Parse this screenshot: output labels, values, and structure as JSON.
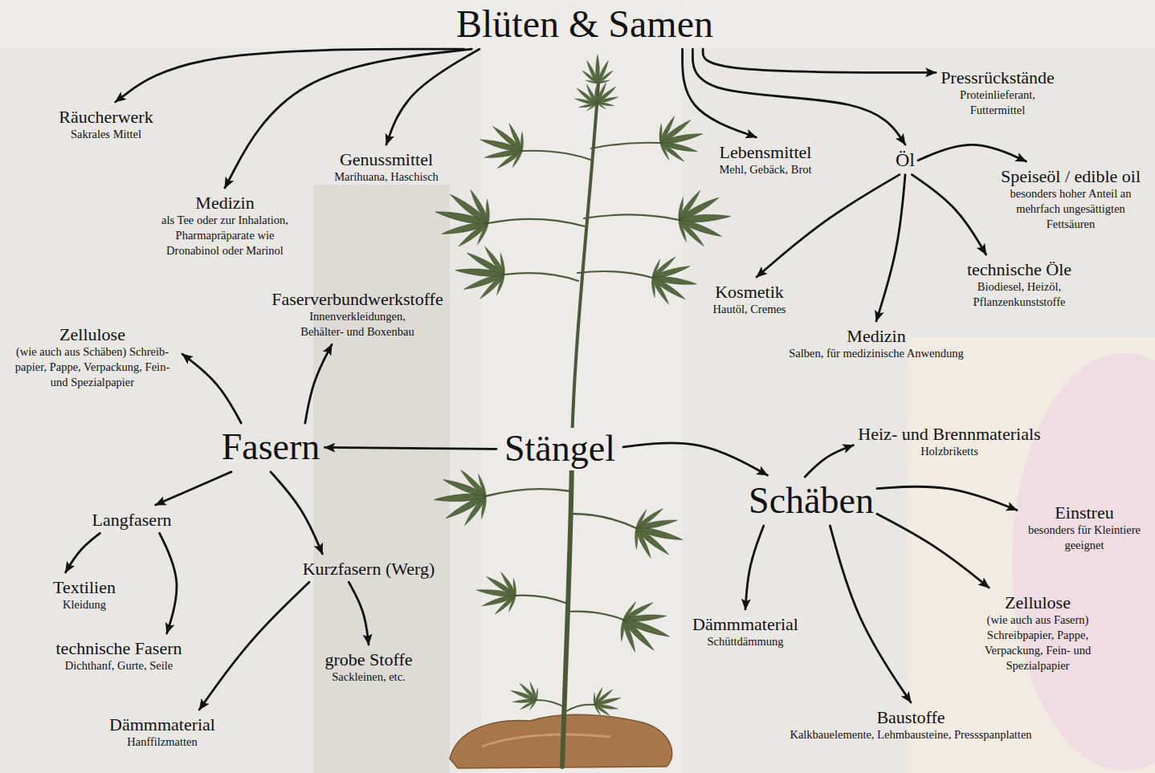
{
  "diagram": {
    "nodes": [
      {
        "text": [
          "Blüten & Samen"
        ]
      },
      {
        "text": [
          "Räucherwerk",
          "Sakrales Mittel"
        ]
      },
      {
        "text": [
          "Genussmittel",
          "Marihuana, Haschisch"
        ]
      },
      {
        "text": [
          "Medizin",
          "als Tee oder zur Inhalation, Pharmapräparate wie Dronabinol oder Marinol"
        ]
      },
      {
        "text": [
          "Lebensmittel",
          "Mehl, Gebäck, Brot"
        ]
      },
      {
        "text": [
          "Pressrückstände",
          "Proteinlieferant, Futtermittel"
        ]
      },
      {
        "text": [
          "Öl"
        ]
      },
      {
        "text": [
          "Speiseöl / edible oil",
          "besonders hoher Anteil an mehrfach ungesättigten Fettsäuren"
        ]
      },
      {
        "text": [
          "Kosmetik",
          "Hautöl, Cremes"
        ]
      },
      {
        "text": [
          "technische Öle",
          "Biodiesel, Heizöl, Pflanzenkunststoffe"
        ]
      },
      {
        "text": [
          "Medizin",
          "Salben, für medizinische Anwendung"
        ]
      },
      {
        "text": [
          "Stängel"
        ]
      },
      {
        "text": [
          "Fasern"
        ]
      },
      {
        "text": [
          "Zellulose",
          "(wie auch aus Schäben) Schreib- papier, Pappe, Verpackung, Fein- und Spezialpapier"
        ]
      },
      {
        "text": [
          "Faserverbundwerkstoffe",
          "Innenverkleidungen, Behälter- und Boxenbau"
        ]
      },
      {
        "text": [
          "Langfasern"
        ]
      },
      {
        "text": [
          "Kurzfasern (Werg)"
        ]
      },
      {
        "text": [
          "Textilien",
          "Kleidung"
        ]
      },
      {
        "text": [
          "technische Fasern",
          "Dichthanf, Gurte, Seile"
        ]
      },
      {
        "text": [
          "grobe Stoffe",
          "Sackleinen, etc."
        ]
      },
      {
        "text": [
          "Dämmmaterial",
          "Hanffilzmatten"
        ]
      },
      {
        "text": [
          "Schäben"
        ]
      },
      {
        "text": [
          "Heiz- und Brennmaterials",
          "Holzbriketts"
        ]
      },
      {
        "text": [
          "Einstreu",
          "besonders für Kleintiere geeignet"
        ]
      },
      {
        "text": [
          "Zellulose",
          "(wie auch aus Fasern) Schreibpapier, Pappe, Verpackung, Fein- und Spezialpapier"
        ]
      },
      {
        "text": [
          "Dämmmaterial",
          "Schüttdämmung"
        ]
      },
      {
        "text": [
          "Baustoffe",
          "Kalkbauelemente, Lehmbausteine, Pressspanplatten"
        ]
      }
    ],
    "edges": [
      {
        "from": 0,
        "to": 1,
        "arrow": "to"
      },
      {
        "from": 0,
        "to": 3,
        "arrow": "to"
      },
      {
        "from": 0,
        "to": 2,
        "arrow": "to"
      },
      {
        "from": 0,
        "to": 4,
        "arrow": "to"
      },
      {
        "from": 0,
        "to": 6,
        "arrow": "to"
      },
      {
        "from": 0,
        "to": 5,
        "arrow": "to"
      },
      {
        "from": 6,
        "to": 7,
        "arrow": "to"
      },
      {
        "from": 6,
        "to": 8,
        "arrow": "to"
      },
      {
        "from": 6,
        "to": 10,
        "arrow": "to"
      },
      {
        "from": 6,
        "to": 9,
        "arrow": "to"
      },
      {
        "from": 11,
        "to": 12,
        "arrow": "to"
      },
      {
        "from": 11,
        "to": 21,
        "arrow": "to"
      },
      {
        "from": 12,
        "to": 13,
        "arrow": "to"
      },
      {
        "from": 12,
        "to": 14,
        "arrow": "to"
      },
      {
        "from": 12,
        "to": 15,
        "arrow": "to"
      },
      {
        "from": 12,
        "to": 16,
        "arrow": "to"
      },
      {
        "from": 15,
        "to": 17,
        "arrow": "to"
      },
      {
        "from": 15,
        "to": 18,
        "arrow": "to"
      },
      {
        "from": 16,
        "to": 19,
        "arrow": "to"
      },
      {
        "from": 16,
        "to": 20,
        "arrow": "to"
      },
      {
        "from": 21,
        "to": 22,
        "arrow": "to"
      },
      {
        "from": 21,
        "to": 23,
        "arrow": "to"
      },
      {
        "from": 21,
        "to": 24,
        "arrow": "to"
      },
      {
        "from": 21,
        "to": 26,
        "arrow": "to"
      },
      {
        "from": 21,
        "to": 25,
        "arrow": "to"
      }
    ]
  }
}
